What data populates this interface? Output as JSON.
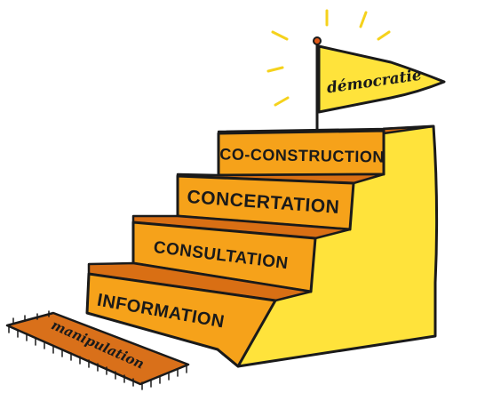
{
  "flag": {
    "label": "démocratie"
  },
  "steps": [
    {
      "label": "INFORMATION"
    },
    {
      "label": "CONSULTATION"
    },
    {
      "label": "CONCERTATION"
    },
    {
      "label": "CO-CONSTRUCTION"
    }
  ],
  "mat": {
    "label": "manipulation"
  },
  "colors": {
    "step_front": "#F6A21A",
    "step_top": "#D96F14",
    "staircase_side": "#FFE33B",
    "flag": "#FFE33B",
    "mat": "#D9701A",
    "rays": "#F5D21C",
    "outline": "#1a1a1a"
  }
}
